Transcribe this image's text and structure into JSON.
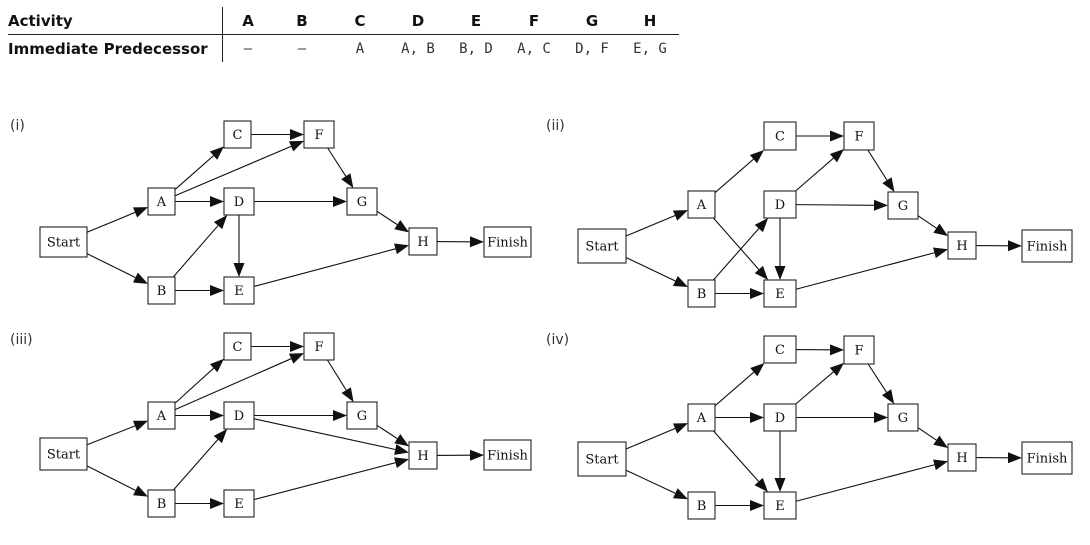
{
  "table": {
    "header_label": "Activity",
    "predecessor_label": "Immediate Predecessor",
    "activities": [
      "A",
      "B",
      "C",
      "D",
      "E",
      "F",
      "G",
      "H"
    ],
    "predecessors": [
      "—",
      "—",
      "A",
      "A, B",
      "B, D",
      "A, C",
      "D, F",
      "E, G"
    ]
  },
  "diagrams": [
    {
      "label": "(i)",
      "nodes": [
        {
          "id": "Start",
          "text": "Start"
        },
        {
          "id": "A",
          "text": "A"
        },
        {
          "id": "B",
          "text": "B"
        },
        {
          "id": "C",
          "text": "C"
        },
        {
          "id": "D",
          "text": "D"
        },
        {
          "id": "E",
          "text": "E"
        },
        {
          "id": "F",
          "text": "F"
        },
        {
          "id": "G",
          "text": "G"
        },
        {
          "id": "H",
          "text": "H"
        },
        {
          "id": "Finish",
          "text": "Finish"
        }
      ],
      "edges": [
        [
          "Start",
          "A"
        ],
        [
          "Start",
          "B"
        ],
        [
          "A",
          "C"
        ],
        [
          "A",
          "F"
        ],
        [
          "A",
          "D"
        ],
        [
          "B",
          "D"
        ],
        [
          "B",
          "E"
        ],
        [
          "C",
          "F"
        ],
        [
          "D",
          "G"
        ],
        [
          "D",
          "E"
        ],
        [
          "F",
          "G"
        ],
        [
          "G",
          "H"
        ],
        [
          "E",
          "H"
        ],
        [
          "H",
          "Finish"
        ]
      ]
    },
    {
      "label": "(ii)",
      "nodes": [
        {
          "id": "Start",
          "text": "Start"
        },
        {
          "id": "A",
          "text": "A"
        },
        {
          "id": "B",
          "text": "B"
        },
        {
          "id": "C",
          "text": "C"
        },
        {
          "id": "D",
          "text": "D"
        },
        {
          "id": "E",
          "text": "E"
        },
        {
          "id": "F",
          "text": "F"
        },
        {
          "id": "G",
          "text": "G"
        },
        {
          "id": "H",
          "text": "H"
        },
        {
          "id": "Finish",
          "text": "Finish"
        }
      ],
      "edges": [
        [
          "Start",
          "A"
        ],
        [
          "Start",
          "B"
        ],
        [
          "A",
          "C"
        ],
        [
          "A",
          "E"
        ],
        [
          "B",
          "D"
        ],
        [
          "B",
          "E"
        ],
        [
          "C",
          "F"
        ],
        [
          "D",
          "F"
        ],
        [
          "D",
          "G"
        ],
        [
          "D",
          "E"
        ],
        [
          "F",
          "G"
        ],
        [
          "G",
          "H"
        ],
        [
          "E",
          "H"
        ],
        [
          "H",
          "Finish"
        ]
      ]
    },
    {
      "label": "(iii)",
      "nodes": [
        {
          "id": "Start",
          "text": "Start"
        },
        {
          "id": "A",
          "text": "A"
        },
        {
          "id": "B",
          "text": "B"
        },
        {
          "id": "C",
          "text": "C"
        },
        {
          "id": "D",
          "text": "D"
        },
        {
          "id": "E",
          "text": "E"
        },
        {
          "id": "F",
          "text": "F"
        },
        {
          "id": "G",
          "text": "G"
        },
        {
          "id": "H",
          "text": "H"
        },
        {
          "id": "Finish",
          "text": "Finish"
        }
      ],
      "edges": [
        [
          "Start",
          "A"
        ],
        [
          "Start",
          "B"
        ],
        [
          "A",
          "C"
        ],
        [
          "A",
          "F"
        ],
        [
          "A",
          "D"
        ],
        [
          "B",
          "D"
        ],
        [
          "B",
          "E"
        ],
        [
          "C",
          "F"
        ],
        [
          "D",
          "G"
        ],
        [
          "D",
          "H"
        ],
        [
          "F",
          "G"
        ],
        [
          "G",
          "H"
        ],
        [
          "E",
          "H"
        ],
        [
          "H",
          "Finish"
        ]
      ]
    },
    {
      "label": "(iv)",
      "nodes": [
        {
          "id": "Start",
          "text": "Start"
        },
        {
          "id": "A",
          "text": "A"
        },
        {
          "id": "B",
          "text": "B"
        },
        {
          "id": "C",
          "text": "C"
        },
        {
          "id": "D",
          "text": "D"
        },
        {
          "id": "E",
          "text": "E"
        },
        {
          "id": "F",
          "text": "F"
        },
        {
          "id": "G",
          "text": "G"
        },
        {
          "id": "H",
          "text": "H"
        },
        {
          "id": "Finish",
          "text": "Finish"
        }
      ],
      "edges": [
        [
          "Start",
          "A"
        ],
        [
          "Start",
          "B"
        ],
        [
          "A",
          "C"
        ],
        [
          "A",
          "D"
        ],
        [
          "A",
          "E"
        ],
        [
          "B",
          "E"
        ],
        [
          "C",
          "F"
        ],
        [
          "D",
          "F"
        ],
        [
          "D",
          "G"
        ],
        [
          "D",
          "E"
        ],
        [
          "F",
          "G"
        ],
        [
          "G",
          "H"
        ],
        [
          "E",
          "H"
        ],
        [
          "H",
          "Finish"
        ]
      ]
    }
  ]
}
